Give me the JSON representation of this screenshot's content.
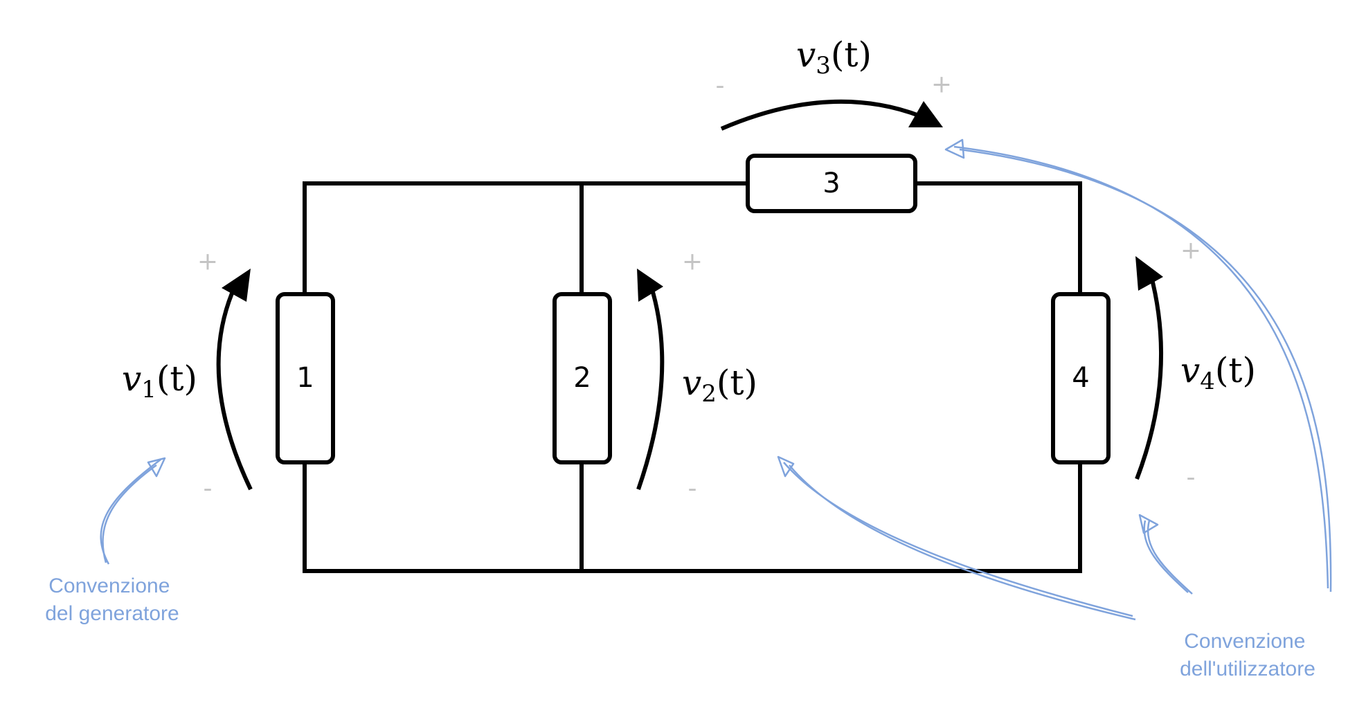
{
  "components": [
    {
      "id": "c1",
      "label": "1"
    },
    {
      "id": "c2",
      "label": "2"
    },
    {
      "id": "c3",
      "label": "3"
    },
    {
      "id": "c4",
      "label": "4"
    }
  ],
  "voltages": {
    "v1": {
      "symbol": "v",
      "sub": "1",
      "arg": "(t)"
    },
    "v2": {
      "symbol": "v",
      "sub": "2",
      "arg": "(t)"
    },
    "v3": {
      "symbol": "v",
      "sub": "3",
      "arg": "(t)"
    },
    "v4": {
      "symbol": "v",
      "sub": "4",
      "arg": "(t)"
    }
  },
  "polarity": {
    "plus": "+",
    "minus": "-"
  },
  "notes": {
    "generator": [
      "Convenzione",
      "del generatore"
    ],
    "user": [
      "Convenzione",
      "dell'utilizzatore"
    ]
  },
  "colors": {
    "wire": "#000000",
    "annotation": "#7fa3dc",
    "polarity": "#c4c4c4"
  }
}
